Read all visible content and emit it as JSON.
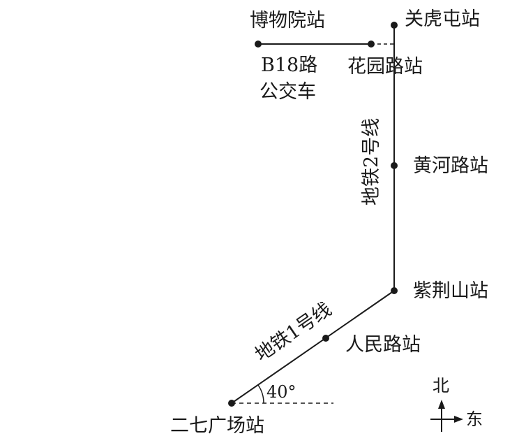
{
  "stations": {
    "museum": "博物院站",
    "guanhutun": "关虎屯站",
    "huayuan": "花园路站",
    "huanghe": "黄河路站",
    "zijingshan": "紫荆山站",
    "renmin": "人民路站",
    "erqi": "二七广场站"
  },
  "lines": {
    "bus_line1": "B18路",
    "bus_line2": "公交车",
    "metro2": "地铁2号线",
    "metro1": "地铁1号线"
  },
  "angle": "40°",
  "compass": {
    "north": "北",
    "east": "东"
  },
  "colors": {
    "ink": "#1a1a1a"
  }
}
